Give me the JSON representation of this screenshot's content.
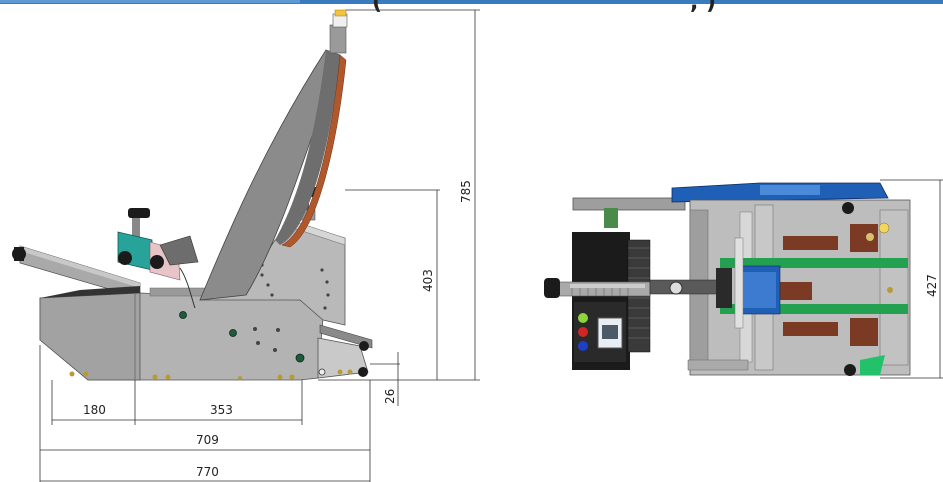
{
  "header": {
    "bar_color": "#3a7bbf",
    "title_fragment_left": "(",
    "title_fragment_right": ", )"
  },
  "dimensions": {
    "width_a": "180",
    "width_b": "353",
    "width_c": "709",
    "width_total": "770",
    "base_height": "26",
    "mid_height": "403",
    "total_height": "785",
    "side_height": "427"
  },
  "colors": {
    "body_grey": "#a7a7a7",
    "body_dark": "#7d7d7d",
    "chute_brown": "#b0582c",
    "accent_teal": "#27a39a",
    "accent_blue": "#1f5fb5",
    "belt_green": "#23a050",
    "tape_brown": "#7a3a24",
    "knob_black": "#1b1b1b",
    "screw_brass": "#b99a38",
    "led_green": "#8fd43a",
    "led_red": "#d22525",
    "led_blue": "#1f3fc8"
  }
}
